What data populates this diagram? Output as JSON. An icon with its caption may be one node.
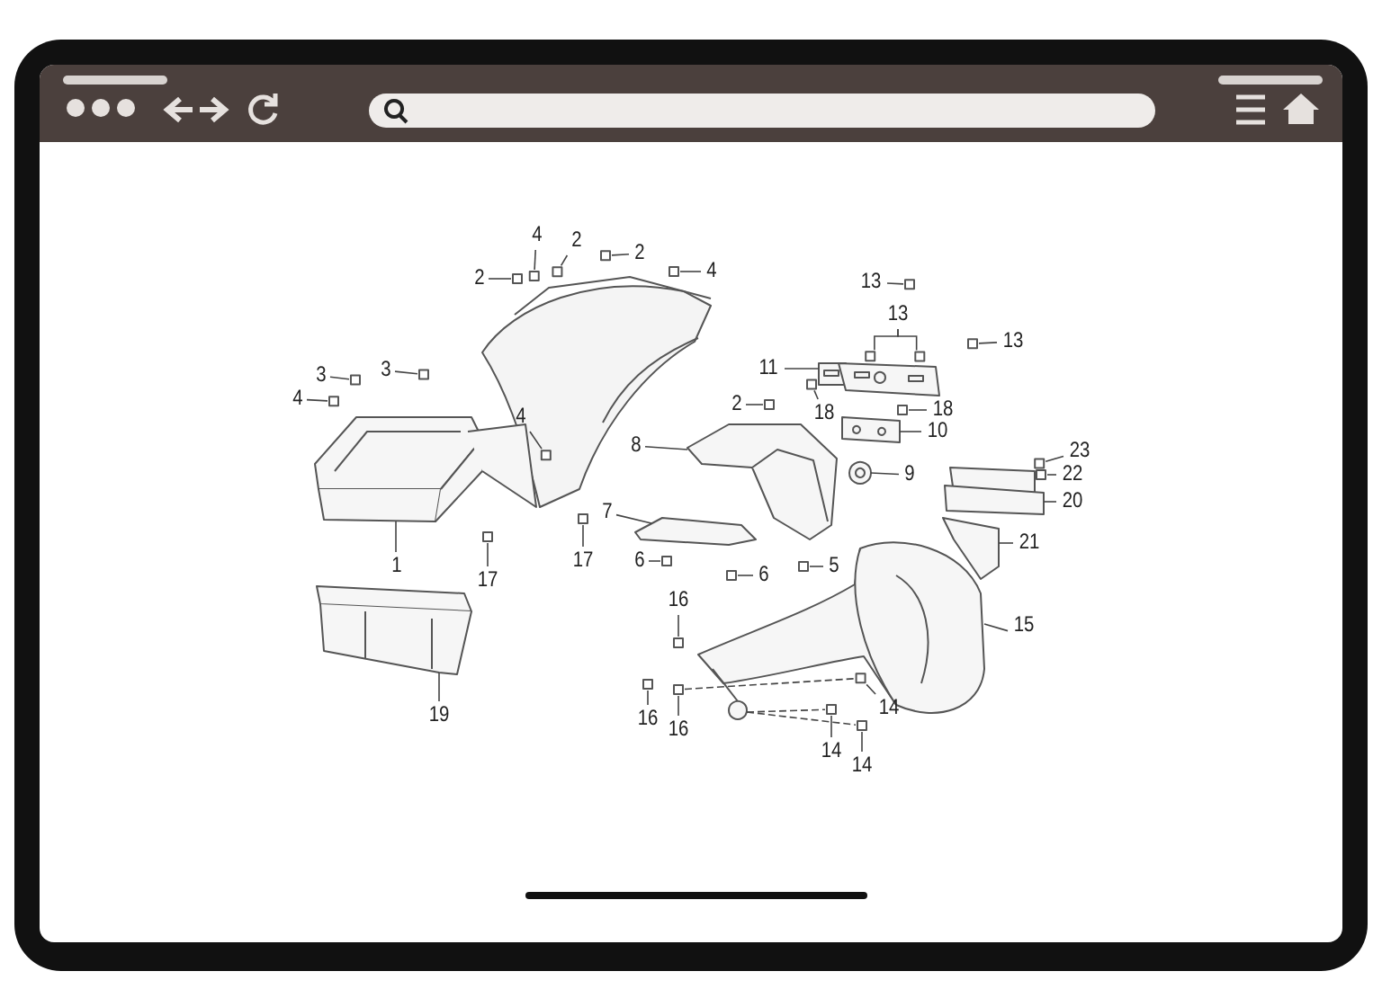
{
  "diagram": {
    "nodes": [
      {
        "text": [
          "4"
        ]
      },
      {
        "text": [
          "2"
        ]
      },
      {
        "text": [
          "2"
        ]
      },
      {
        "text": [
          "2"
        ]
      },
      {
        "text": [
          "4"
        ]
      },
      {
        "text": [
          "3"
        ]
      },
      {
        "text": [
          "3"
        ]
      },
      {
        "text": [
          "4"
        ]
      },
      {
        "text": [
          "4"
        ]
      },
      {
        "text": [
          "1"
        ]
      },
      {
        "text": [
          "17"
        ]
      },
      {
        "text": [
          "17"
        ]
      },
      {
        "text": [
          "7"
        ]
      },
      {
        "text": [
          "8"
        ]
      },
      {
        "text": [
          "6"
        ]
      },
      {
        "text": [
          "6"
        ]
      },
      {
        "text": [
          "5"
        ]
      },
      {
        "text": [
          "2"
        ]
      },
      {
        "text": [
          "11"
        ]
      },
      {
        "text": [
          "13"
        ]
      },
      {
        "text": [
          "13"
        ]
      },
      {
        "text": [
          "13"
        ]
      },
      {
        "text": [
          "18"
        ]
      },
      {
        "text": [
          "18"
        ]
      },
      {
        "text": [
          "10"
        ]
      },
      {
        "text": [
          "9"
        ]
      },
      {
        "text": [
          "23"
        ]
      },
      {
        "text": [
          "22"
        ]
      },
      {
        "text": [
          "20"
        ]
      },
      {
        "text": [
          "21"
        ]
      },
      {
        "text": [
          "15"
        ]
      },
      {
        "text": [
          "16"
        ]
      },
      {
        "text": [
          "16"
        ]
      },
      {
        "text": [
          "16"
        ]
      },
      {
        "text": [
          "19"
        ]
      },
      {
        "text": [
          "14"
        ]
      },
      {
        "text": [
          "14"
        ]
      },
      {
        "text": [
          "14"
        ]
      },
      {
        "text": [],
        "shape": "box"
      },
      {
        "text": [],
        "shape": "box"
      },
      {
        "text": [],
        "shape": "box"
      },
      {
        "text": [],
        "shape": "box"
      },
      {
        "text": [],
        "shape": "box"
      },
      {
        "text": [],
        "shape": "box"
      },
      {
        "text": [],
        "shape": "box"
      },
      {
        "text": [],
        "shape": "box"
      },
      {
        "text": [],
        "shape": "box"
      },
      {
        "text": [],
        "shape": "picture"
      },
      {
        "text": [],
        "shape": "box"
      },
      {
        "text": [],
        "shape": "box"
      },
      {
        "text": [],
        "shape": "picture"
      },
      {
        "text": [],
        "shape": "picture"
      },
      {
        "text": [],
        "shape": "box"
      },
      {
        "text": [],
        "shape": "box"
      },
      {
        "text": [],
        "shape": "box"
      },
      {
        "text": [],
        "shape": "box"
      },
      {
        "text": [],
        "shape": "picture"
      },
      {
        "text": [],
        "shape": "box"
      },
      {
        "text": [],
        "shape": "box"
      },
      {
        "text": [],
        "shape": "box"
      },
      {
        "text": [],
        "shape": "box"
      },
      {
        "text": [],
        "shape": "box"
      },
      {
        "text": [],
        "shape": "box"
      },
      {
        "text": [],
        "shape": "picture"
      },
      {
        "text": [],
        "shape": "picture"
      },
      {
        "text": [],
        "shape": "box"
      },
      {
        "text": [],
        "shape": "box"
      },
      {
        "text": [],
        "shape": "picture"
      },
      {
        "text": [],
        "shape": "picture"
      },
      {
        "text": [],
        "shape": "picture"
      },
      {
        "text": [],
        "shape": "box"
      },
      {
        "text": [],
        "shape": "box"
      },
      {
        "text": [],
        "shape": "box"
      },
      {
        "text": [],
        "shape": "picture"
      },
      {
        "text": [],
        "shape": "box"
      },
      {
        "text": [],
        "shape": "box"
      },
      {
        "text": [],
        "shape": "box"
      }
    ],
    "edges": [
      {
        "from": 0,
        "to": 38,
        "arrow": "none"
      },
      {
        "from": 1,
        "to": 39,
        "arrow": "none"
      },
      {
        "from": 2,
        "to": 40,
        "arrow": "none"
      },
      {
        "from": 3,
        "to": 41,
        "arrow": "none"
      },
      {
        "from": 4,
        "to": 42,
        "arrow": "none"
      },
      {
        "from": 5,
        "to": 43,
        "arrow": "none"
      },
      {
        "from": 6,
        "to": 44,
        "arrow": "none"
      },
      {
        "from": 7,
        "to": 45,
        "arrow": "none"
      },
      {
        "from": 8,
        "to": 46,
        "arrow": "none"
      },
      {
        "from": 9,
        "to": 47,
        "arrow": "none"
      },
      {
        "from": 10,
        "to": 48,
        "arrow": "none"
      },
      {
        "from": 11,
        "to": 49,
        "arrow": "none"
      },
      {
        "from": 12,
        "to": 50,
        "arrow": "none"
      },
      {
        "from": 13,
        "to": 51,
        "arrow": "none"
      },
      {
        "from": 14,
        "to": 52,
        "arrow": "none"
      },
      {
        "from": 15,
        "to": 53,
        "arrow": "none"
      },
      {
        "from": 16,
        "to": 54,
        "arrow": "none"
      },
      {
        "from": 17,
        "to": 55,
        "arrow": "none"
      },
      {
        "from": 18,
        "to": 56,
        "arrow": "none"
      },
      {
        "from": 19,
        "to": 57,
        "arrow": "none"
      },
      {
        "from": 20,
        "to": 58,
        "arrow": "none"
      },
      {
        "from": 20,
        "to": 59,
        "arrow": "none"
      },
      {
        "from": 21,
        "to": 60,
        "arrow": "none"
      },
      {
        "from": 22,
        "to": 61,
        "arrow": "none"
      },
      {
        "from": 23,
        "to": 62,
        "arrow": "none"
      },
      {
        "from": 24,
        "to": 63,
        "arrow": "none"
      },
      {
        "from": 25,
        "to": 64,
        "arrow": "none"
      },
      {
        "from": 26,
        "to": 65,
        "arrow": "none"
      },
      {
        "from": 27,
        "to": 66,
        "arrow": "none"
      },
      {
        "from": 28,
        "to": 67,
        "arrow": "none"
      },
      {
        "from": 29,
        "to": 68,
        "arrow": "none"
      },
      {
        "from": 30,
        "to": 69,
        "arrow": "none"
      },
      {
        "from": 31,
        "to": 70,
        "arrow": "none"
      },
      {
        "from": 32,
        "to": 71,
        "arrow": "none"
      },
      {
        "from": 33,
        "to": 72,
        "arrow": "none"
      },
      {
        "from": 34,
        "to": 73,
        "arrow": "none"
      },
      {
        "from": 35,
        "to": 74,
        "arrow": "none"
      },
      {
        "from": 36,
        "to": 75,
        "arrow": "none"
      },
      {
        "from": 37,
        "to": 76,
        "arrow": "none"
      },
      {
        "from": 72,
        "to": 74,
        "arrow": "none",
        "style": "dashed"
      },
      {
        "from": 69,
        "to": 75,
        "arrow": "none",
        "style": "dashed"
      },
      {
        "from": 69,
        "to": 76,
        "arrow": "none",
        "style": "dashed"
      }
    ]
  }
}
